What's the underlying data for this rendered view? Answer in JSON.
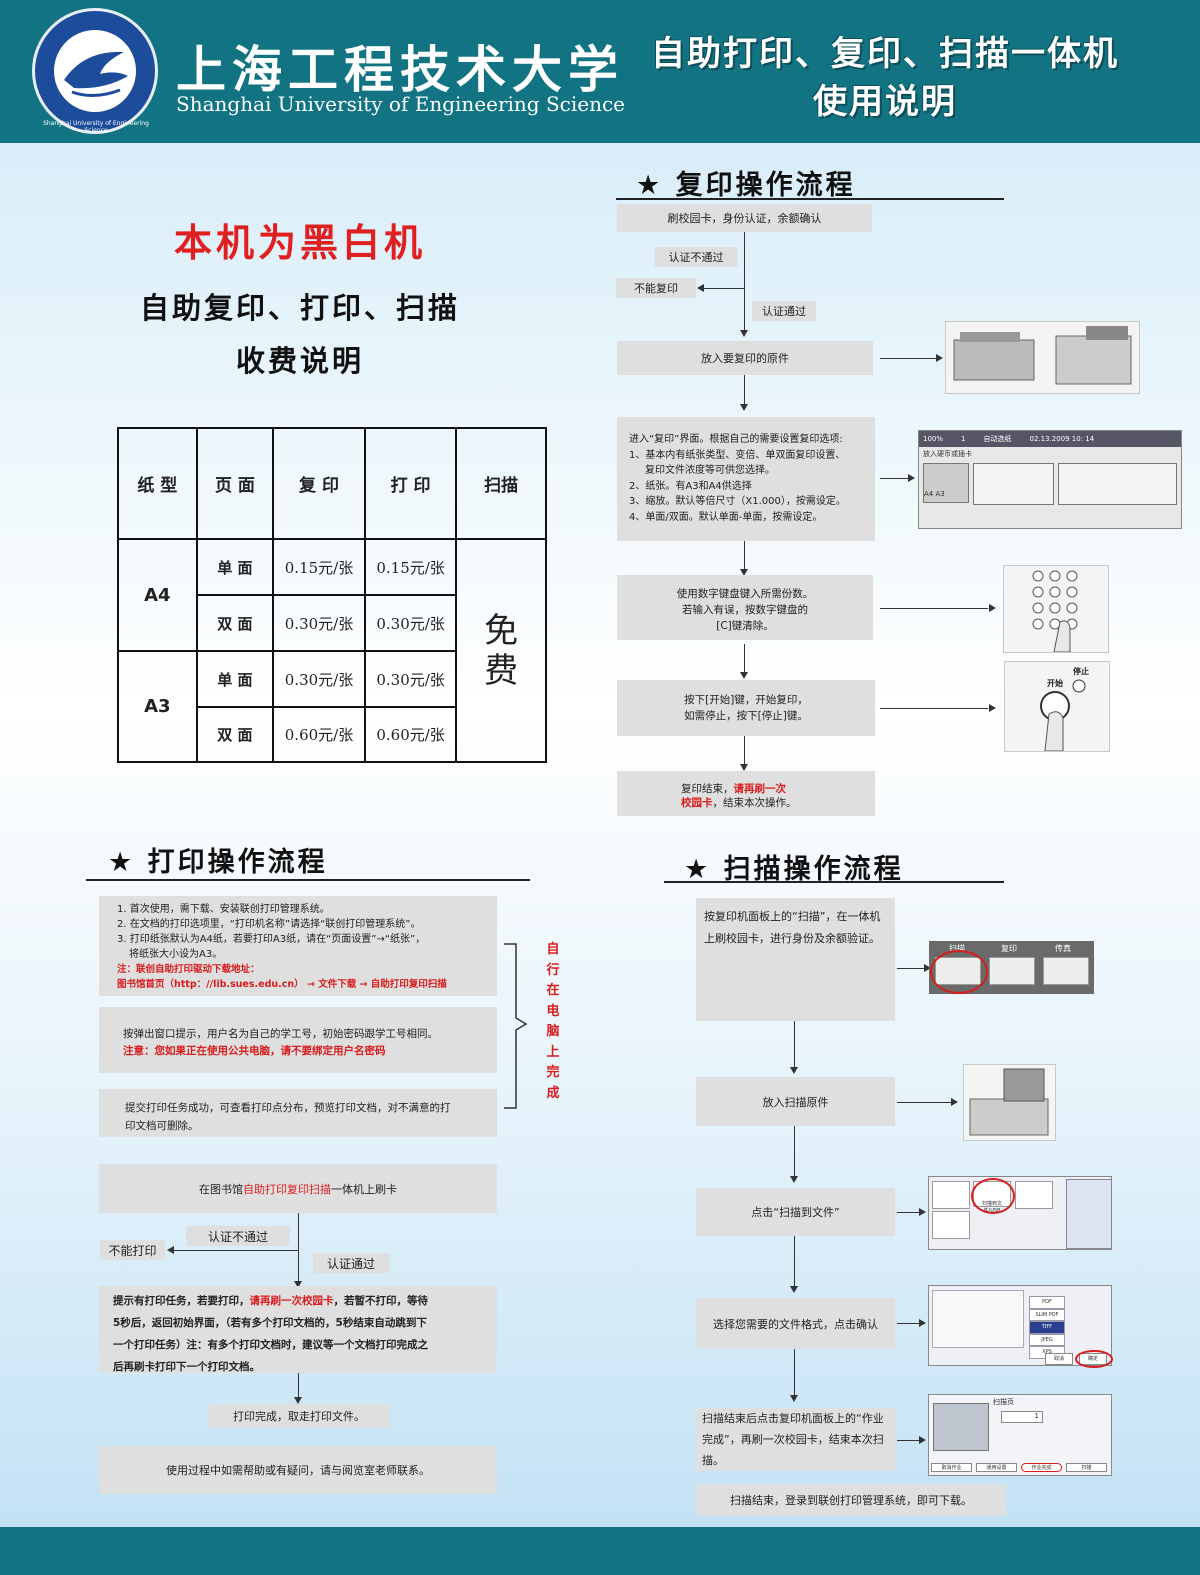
{
  "header": {
    "uni_name_cn": "上海工程技术大学",
    "uni_name_en": "Shanghai University of Engineering Science",
    "logo_ring_text": "Shanghai University of Engineering Science",
    "title_line1": "自助打印、复印、扫描一体机",
    "title_line2": "使用说明"
  },
  "fees": {
    "bw_notice": "本机为黑白机",
    "subtitle1": "自助复印、打印、扫描",
    "subtitle2": "收费说明",
    "headers": [
      "纸 型",
      "页 面",
      "复 印",
      "打 印",
      "扫描"
    ],
    "a4": "A4",
    "a3": "A3",
    "single": "单 面",
    "double": "双 面",
    "a4_single_copy": "0.15元/张",
    "a4_single_print": "0.15元/张",
    "a4_double_copy": "0.30元/张",
    "a4_double_print": "0.30元/张",
    "a3_single_copy": "0.30元/张",
    "a3_single_print": "0.30元/张",
    "a3_double_copy": "0.60元/张",
    "a3_double_print": "0.60元/张",
    "scan_free_1": "免",
    "scan_free_2": "费"
  },
  "copy": {
    "title": "★ 复印操作流程",
    "step1": "刷校园卡，身份认证，余额确认",
    "auth_fail": "认证不通过",
    "cannot": "不能复印",
    "auth_pass": "认证通过",
    "step2": "放入要复印的原件",
    "step3_line1": "进入“复印”界面。根据自己的需要设置复印选项:",
    "step3_line2": "1、基本内有纸张类型、变倍、单双面复印设置、",
    "step3_line3": "复印文件浓度等可供您选择。",
    "step3_line4": "2、纸张。有A3和A4供选择",
    "step3_line5": "3、缩放。默认等倍尺寸（X1.000），按需设定。",
    "step3_line6": "4、单面/双面。默认单面-单面，按需设定。",
    "step4_line1": "使用数字键盘键入所需份数。",
    "step4_line2": "若输入有误，按数字键盘的",
    "step4_line3": "[C]键清除。",
    "step5_line1": "按下[开始]键，开始复印，",
    "step5_line2": "如需停止，按下[停止]键。",
    "step6_a": "复印结束，",
    "step6_red": "请再刷一次",
    "step6_red2": "校园卡",
    "step6_b": "，结束本次操作。",
    "screen_zoom": "100%",
    "screen_count": "1",
    "screen_status": "自动选纸",
    "screen_date": "02.13.2009 10: 14",
    "screen_prompt": "放入硬币或插卡",
    "screen_a4": "A4",
    "screen_a3": "A3",
    "keypad_start": "开始",
    "keypad_stop": "停止"
  },
  "print": {
    "title": "★ 打印操作流程",
    "box1_l1": "1. 首次使用，需下载、安装联创打印管理系统。",
    "box1_l2": "2. 在文档的打印选项里，“打印机名称”请选择“联创打印管理系统”。",
    "box1_l3": "3. 打印纸张默认为A4纸，若要打印A3纸，请在“页面设置”→“纸张”，",
    "box1_l4": "将纸张大小设为A3。",
    "box1_note": "注：联创自助打印驱动下载地址：",
    "box1_link": "图书馆首页（http：//lib.sues.edu.cn） → 文件下载 → 自助打印复印扫描",
    "box2_l1": "按弹出窗口提示，用户名为自己的学工号，初始密码跟学工号相同。",
    "box2_note": "注意：您如果正在使用公共电脑，请不要绑定用户名密码",
    "box3_l1": "提交打印任务成功，可查看打印点分布，预览打印文档，对不满意的打",
    "box3_l2": "印文档可删除。",
    "side_note": "自行在电脑上完成",
    "step_card_a": "在图书馆",
    "step_card_red": "自助打印复印扫描",
    "step_card_b": "一体机上刷卡",
    "auth_fail": "认证不通过",
    "cannot": "不能打印",
    "auth_pass": "认证通过",
    "task_l1_a": "提示有打印任务，若要打印，",
    "task_l1_red": "请再刷一次校园卡",
    "task_l1_b": "，若暂不打印，等待",
    "task_l2": "5秒后，返回初始界面，（若有多个打印文档的，5秒结束自动跳到下",
    "task_l3": "一个打印任务）注：有多个打印文档时，建议等一个文档打印完成之",
    "task_l4": "后再刷卡打印下一个打印文档。",
    "done": "打印完成，取走打印文件。",
    "help": "使用过程中如需帮助或有疑问，请与阅览室老师联系。"
  },
  "scan": {
    "title": "★ 扫描操作流程",
    "step1": "按复印机面板上的“扫描”，在一体机上刷校园卡，进行身份及余额验证。",
    "panel_scan": "扫描",
    "panel_copy": "复印",
    "panel_fax": "传真",
    "step2": "放入扫描原件",
    "step3": "点击“扫描到文件”",
    "step4": "选择您需要的文件格式，点击确认",
    "step5": "扫描结束后点击复印机面板上的“作业完成”，再刷一次校园卡，结束本次扫描。",
    "step6": "扫描结束，登录到联创打印管理系统，即可下载。",
    "ui_scan_file": "扫描到文件/USB",
    "ui_pdf": "PDF",
    "ui_slim_pdf": "SLIM PDF",
    "ui_tiff": "TIFF",
    "ui_jpeg": "JPEG",
    "ui_xps": "XPS",
    "ui_cancel": "取消",
    "ui_ok": "确定",
    "ui_scan_page": "扫描页",
    "ui_page_count": "1",
    "ui_cancel_job": "取消作业",
    "ui_settings": "通用设置",
    "ui_job_done": "作业完成",
    "ui_scan_btn": "扫描"
  },
  "colors": {
    "teal": "#127383",
    "red": "#d81d1d",
    "box_gray": "#dfdfdf"
  }
}
